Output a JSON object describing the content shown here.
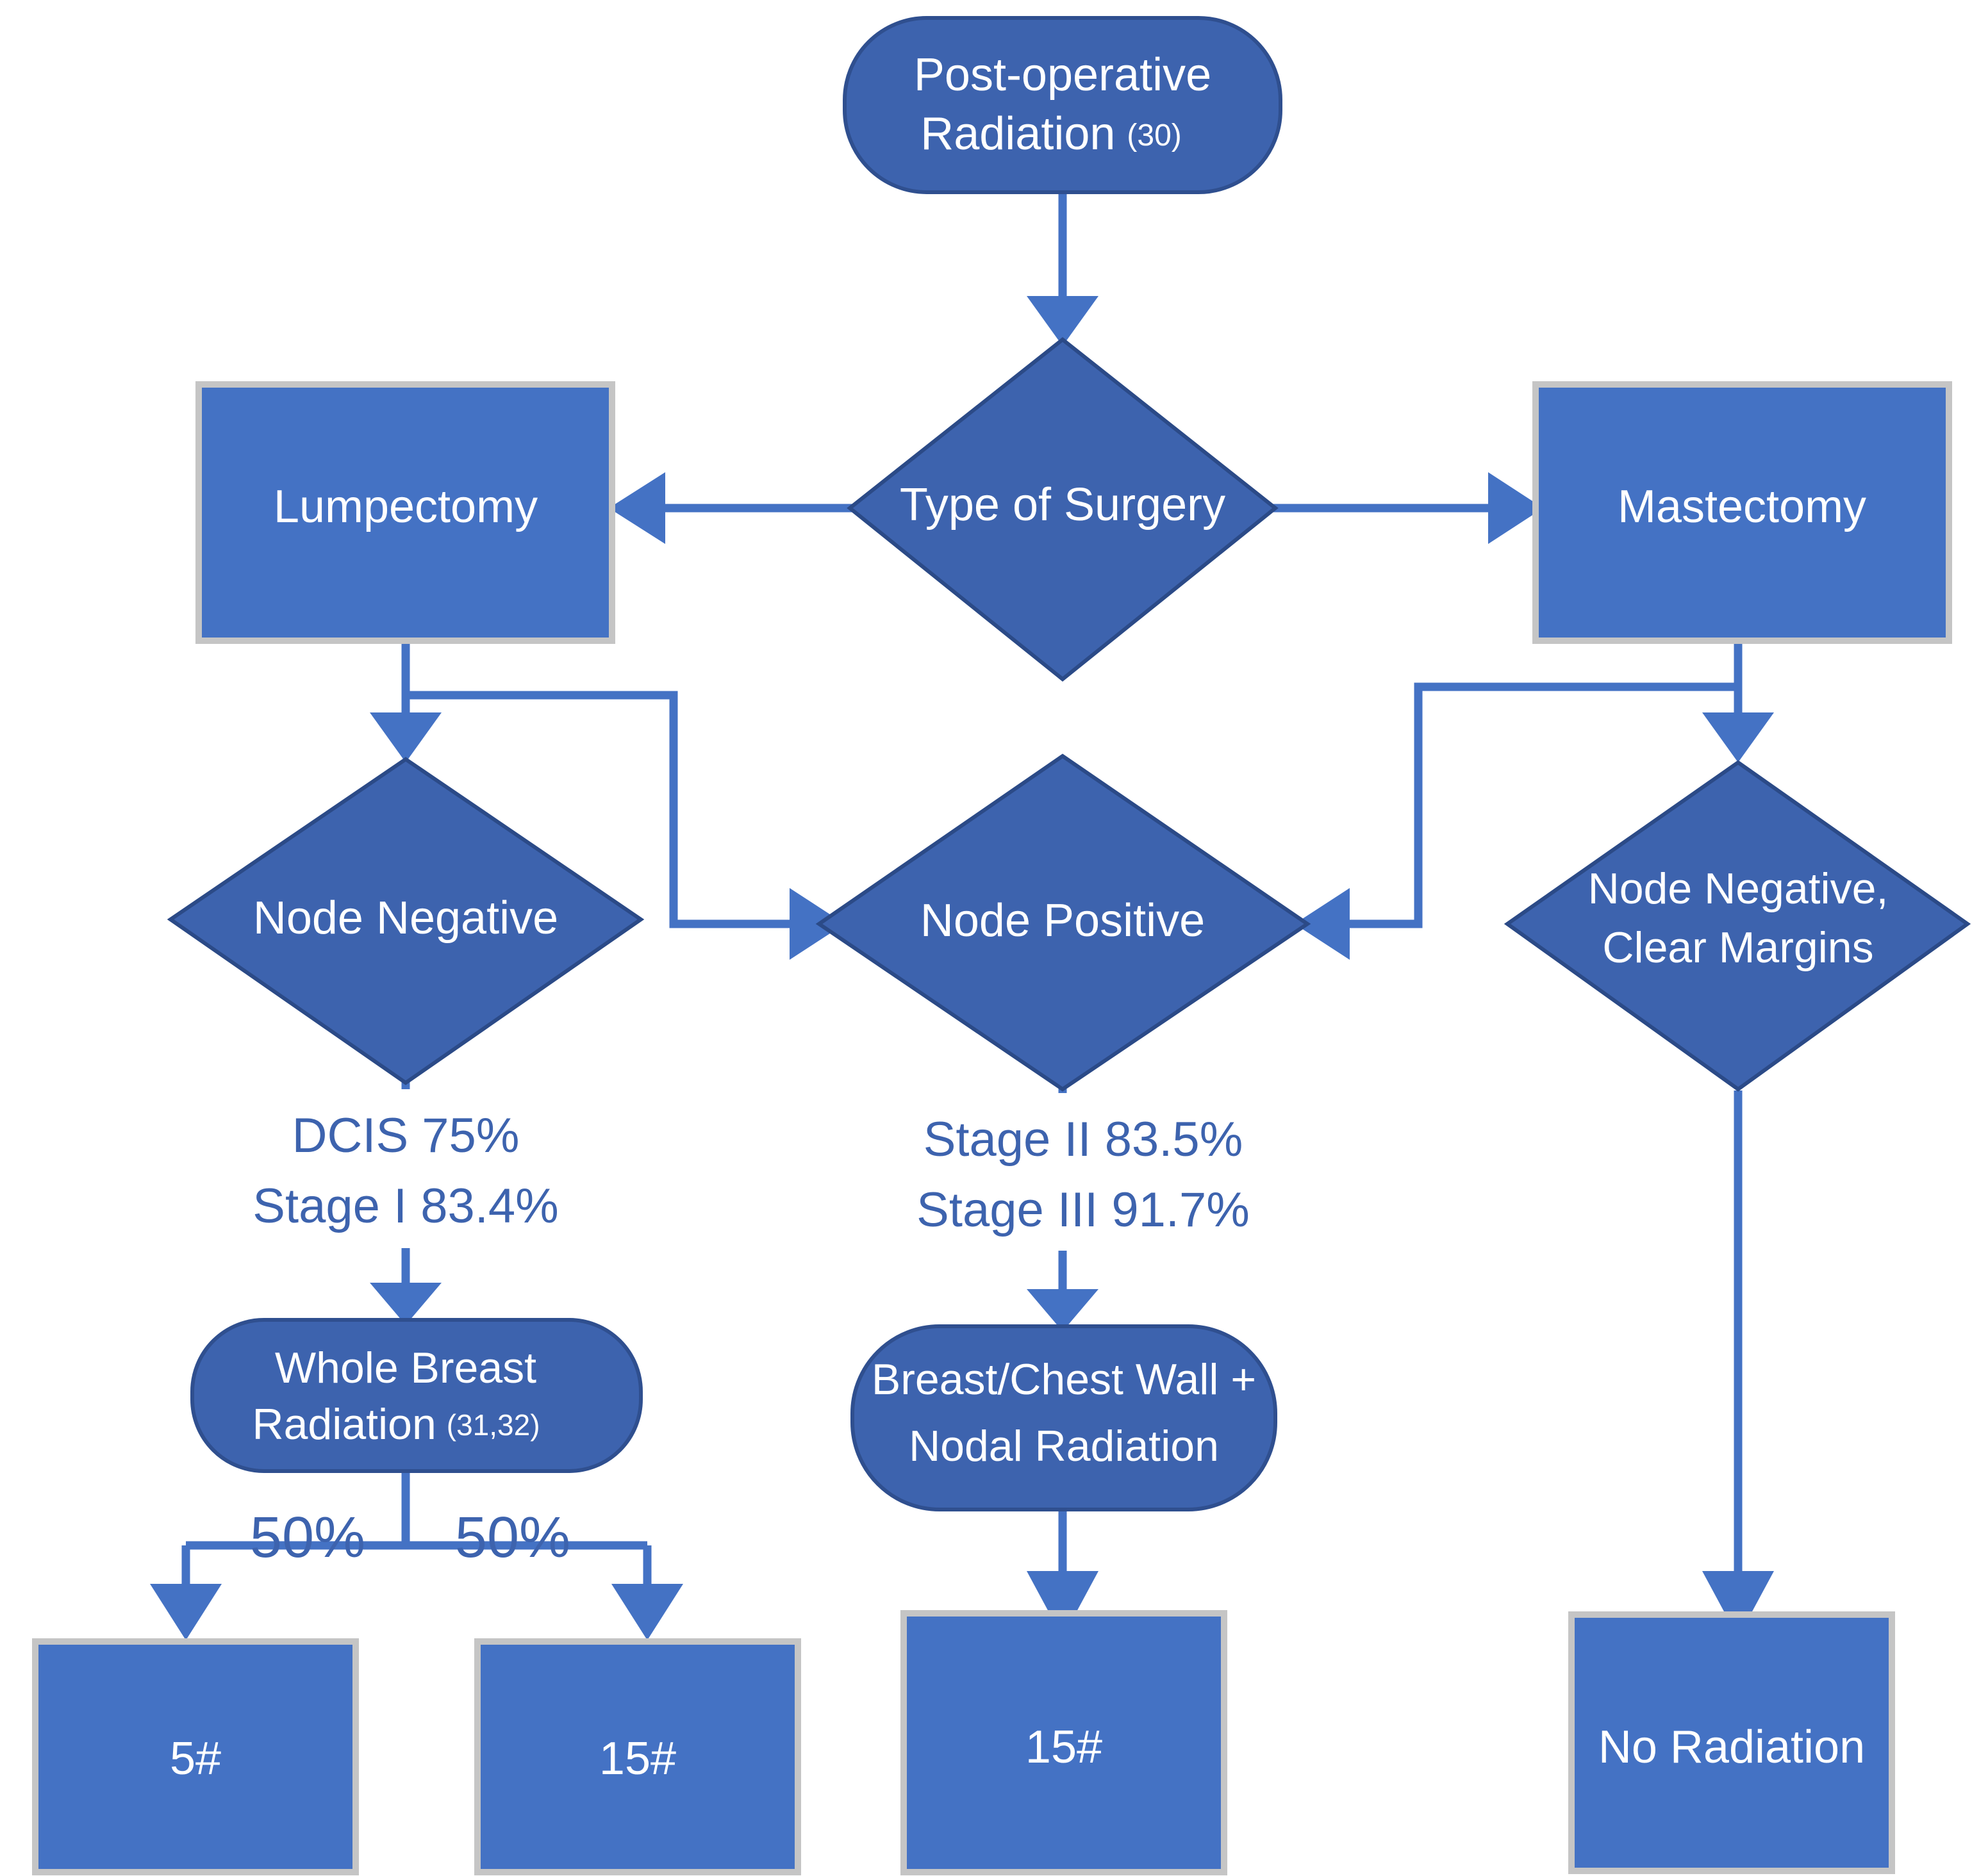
{
  "diagram": {
    "title": "Post-operative Radiation Treatment Pathway",
    "colors": {
      "rect_fill": "#4472C4",
      "rect_border": "#C5C5C5",
      "diamond_fill": "#3D63AE",
      "diamond_border": "#2B4A87",
      "rounded_fill": "#3D63AE",
      "rounded_border": "#2F4F8F",
      "connector": "#4472C4",
      "edge_label_text": "#3D63AE",
      "node_label_text": "#FFFFFF",
      "background": "#FFFFFF"
    },
    "nodes": {
      "root": {
        "shape": "rounded-rectangle",
        "label_main": "Post-operative",
        "label_second": "Radiation",
        "label_ref": "(30)"
      },
      "decision_surgery": {
        "shape": "diamond",
        "label": "Type of Surgery"
      },
      "lumpectomy": {
        "shape": "rectangle",
        "label": "Lumpectomy"
      },
      "mastectomy": {
        "shape": "rectangle",
        "label": "Mastectomy"
      },
      "node_negative": {
        "shape": "diamond",
        "label": "Node Negative"
      },
      "node_positive": {
        "shape": "diamond",
        "label": "Node Positive"
      },
      "node_negative_clear_margins": {
        "shape": "diamond",
        "label_line1": "Node Negative,",
        "label_line2": "Clear Margins"
      },
      "whole_breast_radiation": {
        "shape": "rounded-rectangle",
        "label_line1": "Whole Breast",
        "label_line2": "Radiation",
        "label_ref": "(31,32)"
      },
      "breast_chest_nodal": {
        "shape": "rounded-rectangle",
        "label_line1": "Breast/Chest Wall +",
        "label_line2": "Nodal Radiation"
      },
      "frac_5": {
        "shape": "rectangle",
        "label": "5#"
      },
      "frac_15_left": {
        "shape": "rectangle",
        "label": "15#"
      },
      "frac_15_mid": {
        "shape": "rectangle",
        "label": "15#"
      },
      "no_radiation": {
        "shape": "rectangle",
        "label": "No Radiation"
      }
    },
    "edge_labels": {
      "node_negative_outcomes": [
        "DCIS 75%",
        "Stage I 83.4%"
      ],
      "node_positive_outcomes": [
        "Stage II 83.5%",
        "Stage III 91.7%"
      ],
      "split_left": "50%",
      "split_right": "50%"
    }
  }
}
